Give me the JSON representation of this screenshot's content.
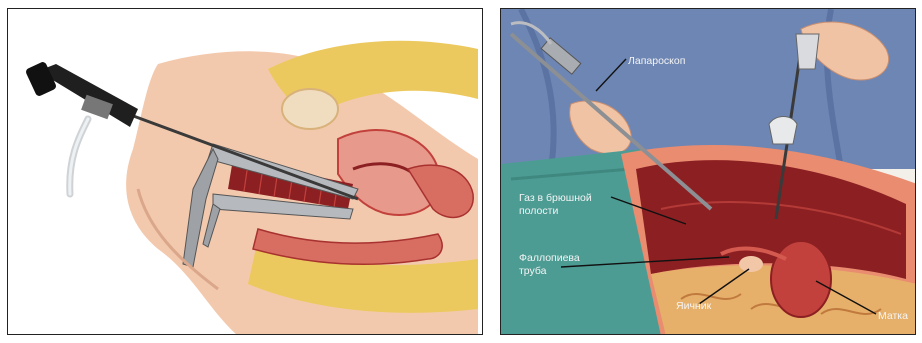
{
  "left_panel": {
    "illustration": "hysteroscopy-cross-section"
  },
  "right_panel": {
    "illustration": "laparoscopy-procedure",
    "labels": {
      "laparoscope": "Лапароскоп",
      "gas_line1": "Газ в брюшной",
      "gas_line2": "полости",
      "tube_line1": "Фаллопиева",
      "tube_line2": "труба",
      "ovary": "Яичник",
      "uterus": "Матка"
    }
  },
  "colors": {
    "skin": "#f3c9ae",
    "tissue_red": "#c2413c",
    "dark_red": "#8c1f22",
    "fat_yellow": "#ecc95e",
    "gown_blue": "#6e86b4",
    "drape_teal": "#4d9c94",
    "instrument_gray": "#8c8f93"
  }
}
